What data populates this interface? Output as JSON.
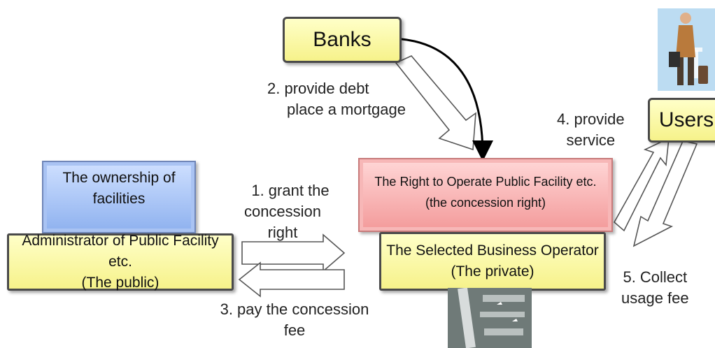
{
  "nodes": {
    "banks": "Banks",
    "users": "Users",
    "ownership": [
      "The ownership of",
      "facilities"
    ],
    "administrator": [
      "Administrator of Public Facility etc.",
      "(The public)"
    ],
    "concession_right": [
      "The Right to Operate Public Facility etc.",
      "(the concession right)"
    ],
    "operator": [
      "The Selected Business Operator",
      "(The private)"
    ]
  },
  "steps": {
    "step1": [
      "1. grant the",
      "concession right"
    ],
    "step2": [
      "2. provide debt",
      "place a mortgage"
    ],
    "step3": [
      "3. pay the concession",
      "fee"
    ],
    "step4": [
      "4. provide",
      "service"
    ],
    "step5": [
      "5. Collect",
      "usage fee"
    ]
  },
  "colors": {
    "yellow_box": "#f6f28a",
    "blue_box": "#8eb1ef",
    "red_box": "#f39a9a",
    "arrow_outline": "#555555"
  },
  "images": {
    "traveler": "business traveler with suitcase at airport",
    "airport": "aerial view of airport"
  }
}
